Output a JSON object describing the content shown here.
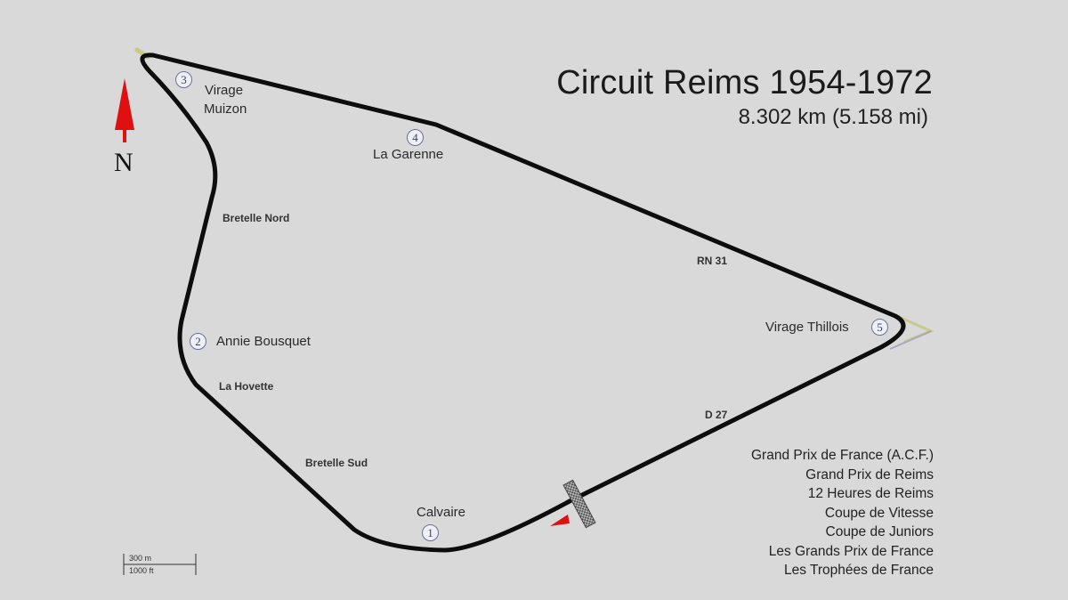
{
  "map": {
    "title": "Circuit Reims 1954-1972",
    "length": "8.302 km (5.158 mi)",
    "north_label": "N",
    "colors": {
      "background": "#d9d9d9",
      "track": "#0d0d0d",
      "north_arrow": "#e01010",
      "start_marker": "#e01010",
      "old_section": "#c9c98a"
    },
    "turns": [
      {
        "number": "1",
        "name": "Calvaire"
      },
      {
        "number": "2",
        "name": "Annie Bousquet"
      },
      {
        "number": "3",
        "name_line1": "Virage",
        "name_line2": "Muizon"
      },
      {
        "number": "4",
        "name": "La Garenne"
      },
      {
        "number": "5",
        "name": "Virage Thillois"
      }
    ],
    "section_labels": {
      "bretelle_nord": "Bretelle Nord",
      "la_hovette": "La Hovette",
      "bretelle_sud": "Bretelle Sud",
      "rn31": "RN 31",
      "d27": "D 27"
    },
    "events": [
      "Grand Prix de France (A.C.F.)",
      "Grand Prix de Reims",
      "12 Heures de Reims",
      "Coupe de Vitesse",
      "Coupe de Juniors",
      "Les Grands Prix de France",
      "Les Trophées de France"
    ],
    "scale": {
      "metric": "300 m",
      "imperial": "1000 ft"
    }
  }
}
